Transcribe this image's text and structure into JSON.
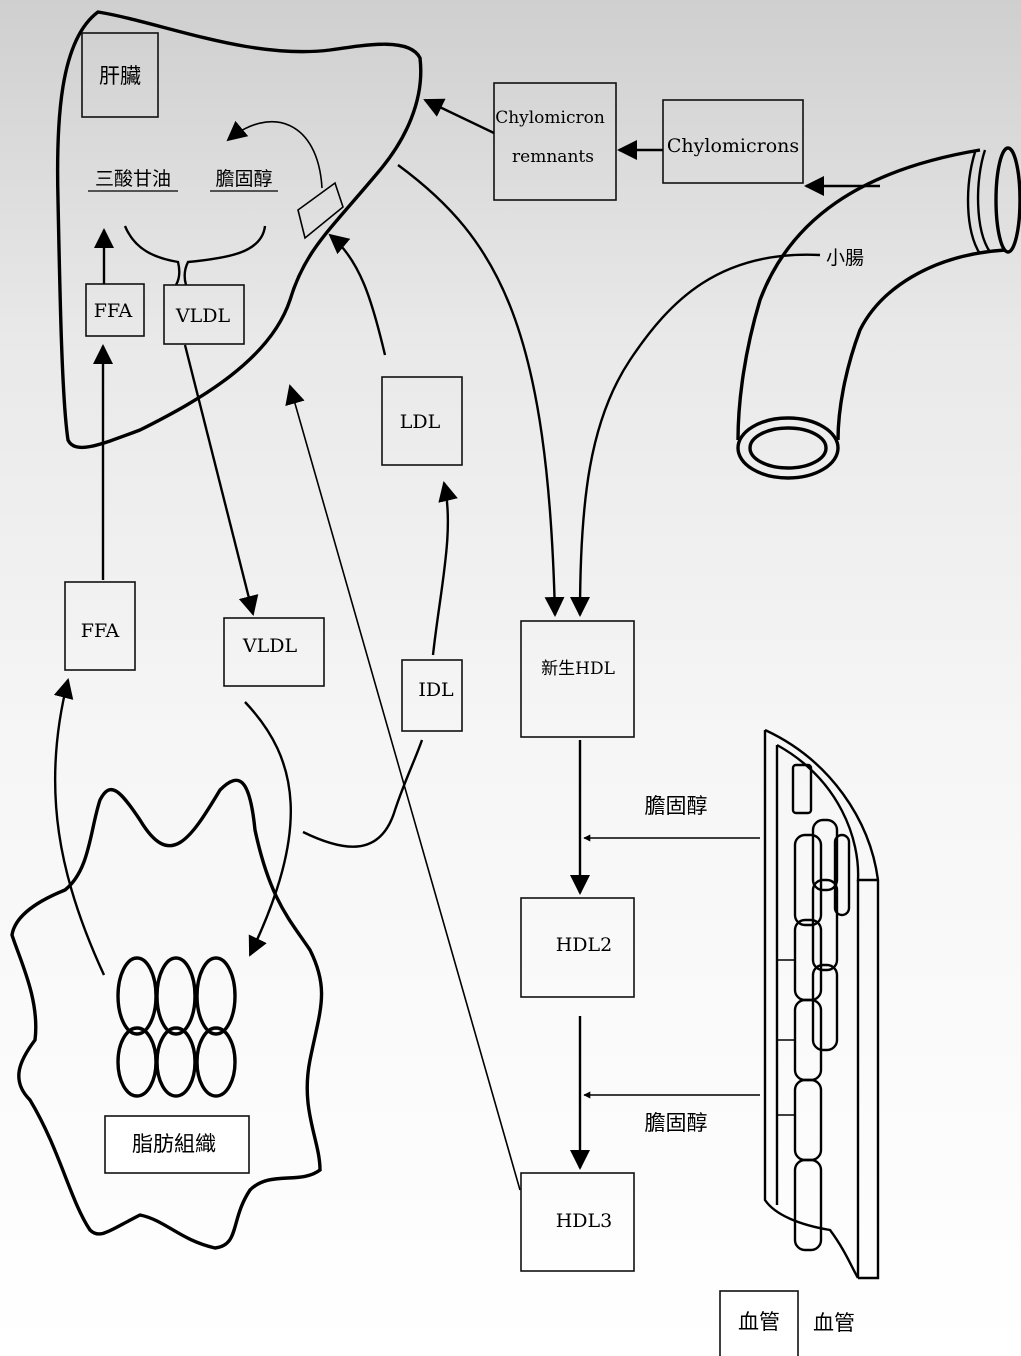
{
  "liver": {
    "label": "肝臟",
    "triglyceride": "三酸甘油",
    "cholesterol": "膽固醇",
    "ffa": "FFA",
    "vldl": "VLDL"
  },
  "intestine": {
    "label": "小腸"
  },
  "chylomicron_remnants": {
    "line1": "Chylomicron",
    "line2": "remnants"
  },
  "chylomicrons": {
    "label": "Chylomicrons"
  },
  "blood": {
    "ffa": "FFA",
    "vldl": "VLDL",
    "ldl": "LDL",
    "idl": "IDL",
    "nascent_hdl": "新生HDL",
    "hdl2": "HDL2",
    "hdl3": "HDL3"
  },
  "cholesterol_inputs": {
    "first": "膽固醇",
    "second": "膽固醇"
  },
  "adipose": {
    "label": "脂肪組織"
  },
  "legend": {
    "box_label": "血管",
    "text": "血管"
  }
}
